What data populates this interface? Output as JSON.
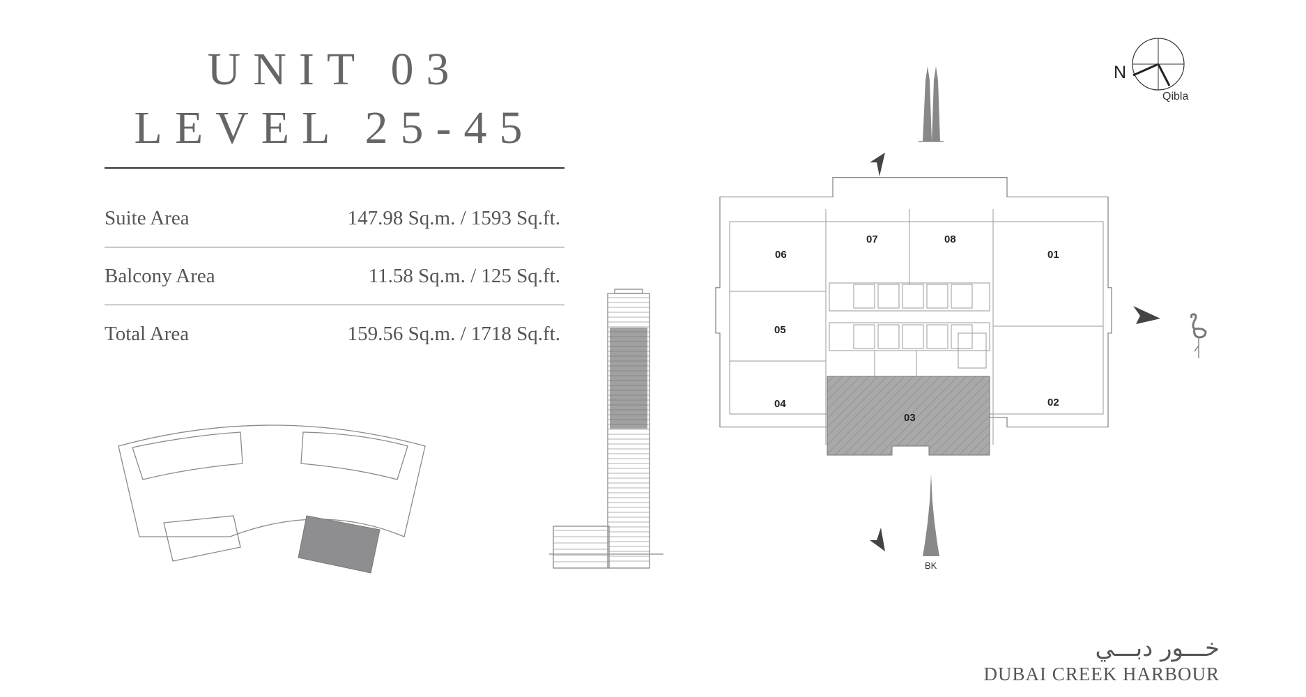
{
  "title": {
    "line1": "UNIT 03",
    "line2": "LEVEL 25-45"
  },
  "areas": [
    {
      "label": "Suite Area",
      "value": "147.98 Sq.m. / 1593 Sq.ft."
    },
    {
      "label": "Balcony Area",
      "value": "11.58 Sq.m. / 125 Sq.ft."
    },
    {
      "label": "Total Area",
      "value": "159.56 Sq.m. / 1718 Sq.ft."
    }
  ],
  "floorplan": {
    "units": [
      "01",
      "02",
      "03",
      "04",
      "05",
      "06",
      "07",
      "08"
    ],
    "selected_unit": "03",
    "selected_color": "#a9a9a9"
  },
  "compass": {
    "north_label": "N",
    "qibla_label": "Qibla"
  },
  "landmark_label": "BK",
  "logo": {
    "arabic": "خـــور دبـــي",
    "text": "DUBAI CREEK HARBOUR"
  },
  "colors": {
    "text": "#555555",
    "highlight": "#8e8e90",
    "line": "#8a8a8a"
  }
}
